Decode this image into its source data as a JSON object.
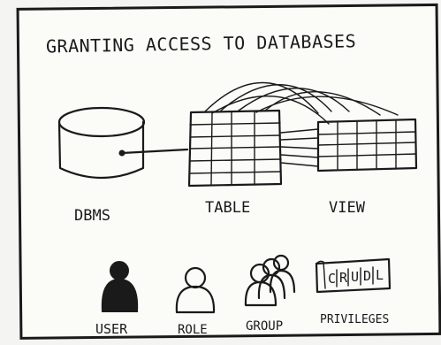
{
  "title": "GRANTING ACCESS TO DATABASES",
  "objects": {
    "dbms": "DBMS",
    "table": "TABLE",
    "view": "VIEW"
  },
  "actors": {
    "user": "USER",
    "role": "ROLE",
    "group": "GROUP",
    "privileges": "PRIVILEGES"
  },
  "privilege_letters": [
    "C",
    "R",
    "U",
    "D",
    "L"
  ],
  "colors": {
    "ink": "#1a1a1a",
    "paper": "#fbfbf8"
  }
}
